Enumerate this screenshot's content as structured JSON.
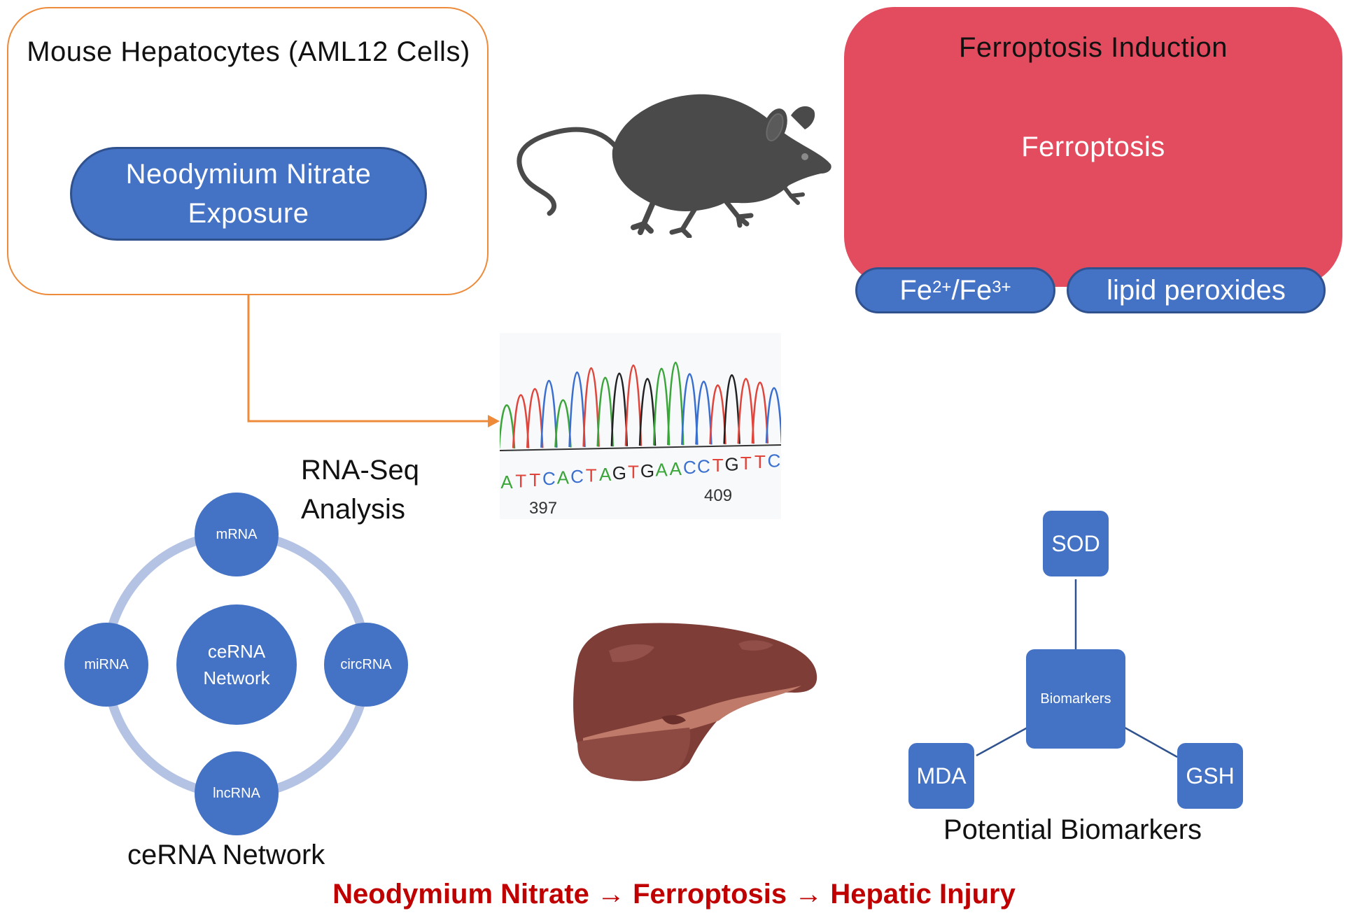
{
  "cell_box": {
    "title": "Mouse Hepatocytes (AML12 Cells)",
    "exposure_line1": "Neodymium Nitrate",
    "exposure_line2": "Exposure"
  },
  "ferroptosis_box": {
    "title": "Ferroptosis Induction",
    "subtitle": "Ferroptosis",
    "iron_base1": "Fe",
    "iron_charge1": "2+",
    "iron_sep": "/Fe",
    "iron_charge2": "3+",
    "lipid_label": "lipid peroxides"
  },
  "sequencing": {
    "label_line1": "RNA-Seq",
    "label_line2": "Analysis",
    "sequence_letters": [
      "A",
      "T",
      "T",
      "C",
      "A",
      "C",
      "T",
      "A",
      "G",
      "T",
      "G",
      "A",
      "A",
      "C",
      "C",
      "T",
      "G",
      "T",
      "T",
      "C"
    ],
    "position_1": "397",
    "position_2": "409"
  },
  "cerna": {
    "center_line1": "ceRNA",
    "center_line2": "Network",
    "node_top": "mRNA",
    "node_left": "miRNA",
    "node_right": "circRNA",
    "node_bottom": "lncRNA",
    "caption": "ceRNA Network"
  },
  "biomarkers": {
    "center": "Biomarkers",
    "top": "SOD",
    "left": "MDA",
    "right": "GSH",
    "caption": "Potential Biomarkers"
  },
  "pathway_summary": "Neodymium Nitrate → Ferroptosis → Hepatic Injury",
  "colors": {
    "blue": "#4472c4",
    "orange": "#ed8b3a",
    "red": "#e34b5f",
    "dark_red_text": "#c00000",
    "ring": "#b4c3e4"
  },
  "icons": [
    "mouse-icon",
    "liver-icon",
    "dna-chromatogram-icon"
  ]
}
